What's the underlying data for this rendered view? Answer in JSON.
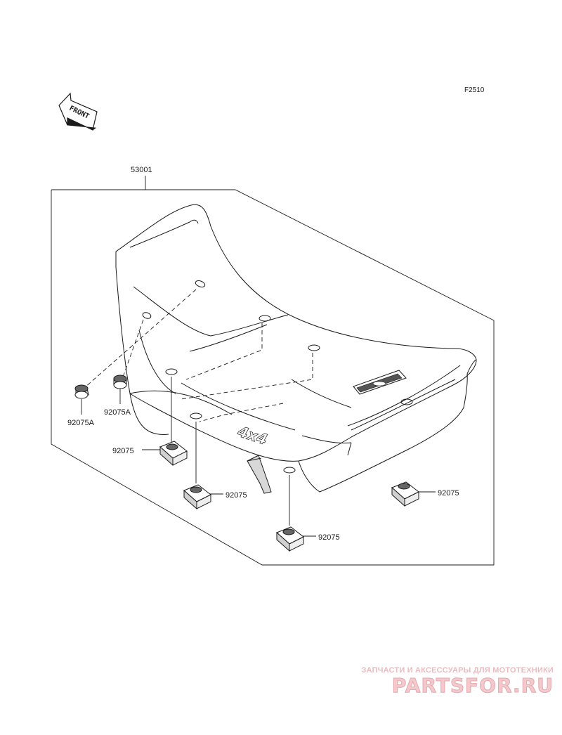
{
  "figure_ref": "F2510",
  "front_arrow": {
    "label": "FRONT"
  },
  "seat_decal": "4x4",
  "parts": {
    "seat_assembly": "53001",
    "damper_a_left": "92075A",
    "damper_a_right": "92075A",
    "damper_1": "92075",
    "damper_2": "92075",
    "damper_3": "92075",
    "damper_4": "92075"
  },
  "watermark": {
    "tagline": "ЗАПЧАСТИ И АКСЕССУАРЫ ДЛЯ МОТОТЕХНИКИ",
    "brand": "PARTSFOR.RU"
  },
  "colors": {
    "line": "#1a1a1a",
    "watermark_text": "#e8bcc0"
  }
}
